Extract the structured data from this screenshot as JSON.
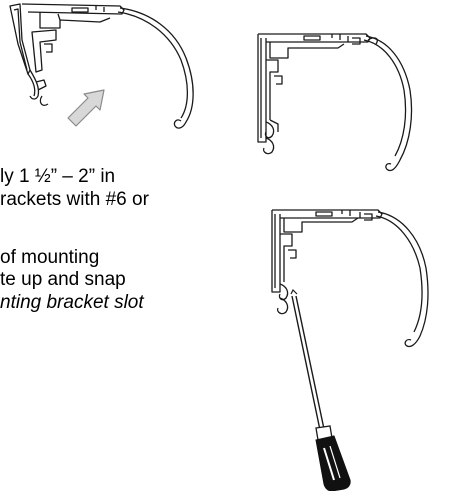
{
  "instructions": {
    "lines": [
      {
        "text": "ly 1 ½” – 2” in",
        "italic": false
      },
      {
        "text": "rackets with #6 or",
        "italic": false
      },
      {
        "text": "of mounting",
        "italic": false
      },
      {
        "text": "te up and snap",
        "italic": false
      },
      {
        "text": "nting bracket slot",
        "italic": true
      }
    ]
  },
  "colors": {
    "line": "#1a1a1a",
    "arrow_fill": "#d8d8d8",
    "arrow_stroke": "#8a8a8a",
    "handle": "#111111"
  }
}
